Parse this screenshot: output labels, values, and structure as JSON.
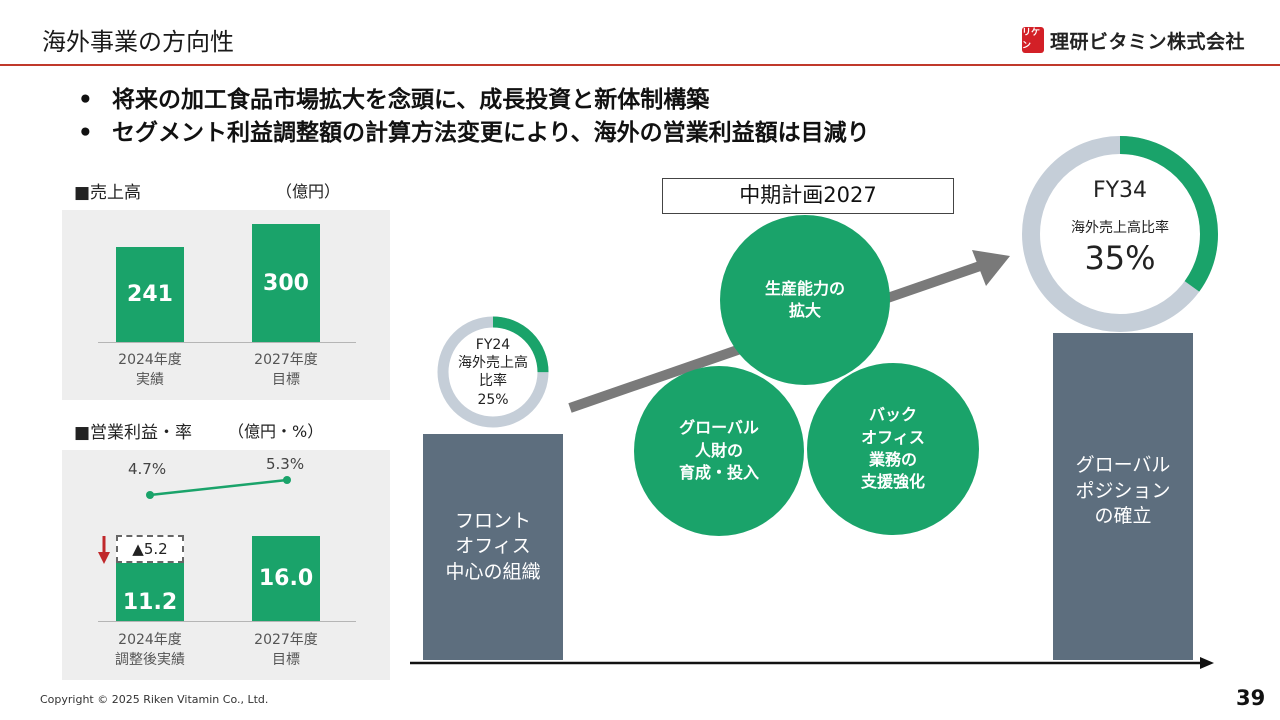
{
  "header": {
    "title": "海外事業の方向性",
    "company": "理研ビタミン株式会社",
    "logo_mark": "リケン"
  },
  "bullets": [
    "将来の加工食品市場拡大を念頭に、成長投資と新体制構築",
    "セグメント利益調整額の計算方法変更により、海外の営業利益額は目減り"
  ],
  "bullet_mark": "•",
  "sales": {
    "label": "■売上高",
    "unit": "（億円）",
    "bars": [
      {
        "value": "241",
        "tick": [
          "2024年度",
          "実績"
        ]
      },
      {
        "value": "300",
        "tick": [
          "2027年度",
          "目標"
        ]
      }
    ]
  },
  "profit": {
    "label": "■営業利益・率",
    "unit": "（億円・%）",
    "rates": [
      "4.7%",
      "5.3%"
    ],
    "adjustment": "▲5.2",
    "bars": [
      {
        "value": "11.2",
        "tick": [
          "2024年度",
          "調整後実績"
        ]
      },
      {
        "value": "16.0",
        "tick": [
          "2027年度",
          "目標"
        ]
      }
    ]
  },
  "chart_data": [
    {
      "type": "bar",
      "title": "■売上高",
      "unit": "（億円）",
      "categories": [
        "2024年度 実績",
        "2027年度 目標"
      ],
      "values": [
        241,
        300
      ]
    },
    {
      "type": "bar",
      "title": "■営業利益・率",
      "unit": "（億円・%）",
      "categories": [
        "2024年度 調整後実績",
        "2027年度 目標"
      ],
      "values": [
        11.2,
        16.0
      ],
      "line_values": [
        4.7,
        5.3
      ]
    }
  ],
  "fy24": {
    "label": "FY24",
    "text": [
      "海外売上高",
      "比率"
    ],
    "value": "25%",
    "share": 0.25
  },
  "fy34": {
    "label": "FY34",
    "text": "海外売上高比率",
    "value": "35%",
    "share": 0.35
  },
  "plan_box": "中期計画2027",
  "front_block": [
    "フロント",
    "オフィス",
    "中心の組織"
  ],
  "global_block": [
    "グローバル",
    "ポジション",
    "の確立"
  ],
  "circles": {
    "production": [
      "生産能力の",
      "拡大"
    ],
    "talent": [
      "グローバル",
      "人財の",
      "育成・投入"
    ],
    "backoffice": [
      "バック",
      "オフィス",
      "業務の",
      "支援強化"
    ]
  },
  "colors": {
    "green": "#1aa36a",
    "slate": "#5d6e7e",
    "ring_gray": "#c5ced8",
    "rule_red": "#c0392b",
    "arrow_gray": "#7a7a7a"
  },
  "footer": {
    "copyright": "Copyright © 2025 Riken Vitamin Co., Ltd.",
    "page": "39"
  }
}
